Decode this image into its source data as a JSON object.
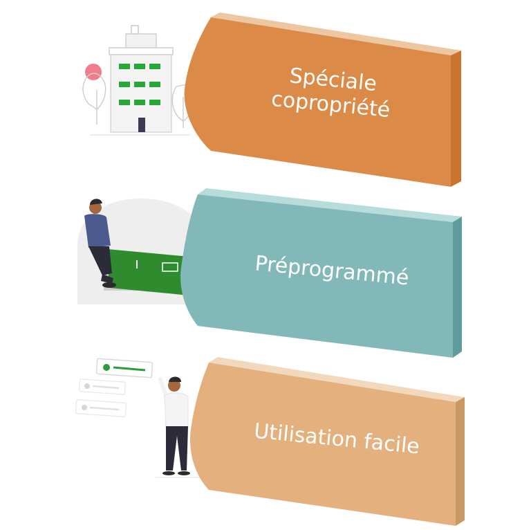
{
  "blocks": [
    {
      "label_line1": "Spéciale",
      "label_line2": "copropriété",
      "color": "#DB8B47",
      "illustration": "building-icon"
    },
    {
      "label": "Préprogrammé",
      "color": "#82B8B8",
      "illustration": "person-on-container-icon"
    },
    {
      "label": "Utilisation facile",
      "color": "#E3B07E",
      "illustration": "person-with-cards-icon"
    }
  ]
}
